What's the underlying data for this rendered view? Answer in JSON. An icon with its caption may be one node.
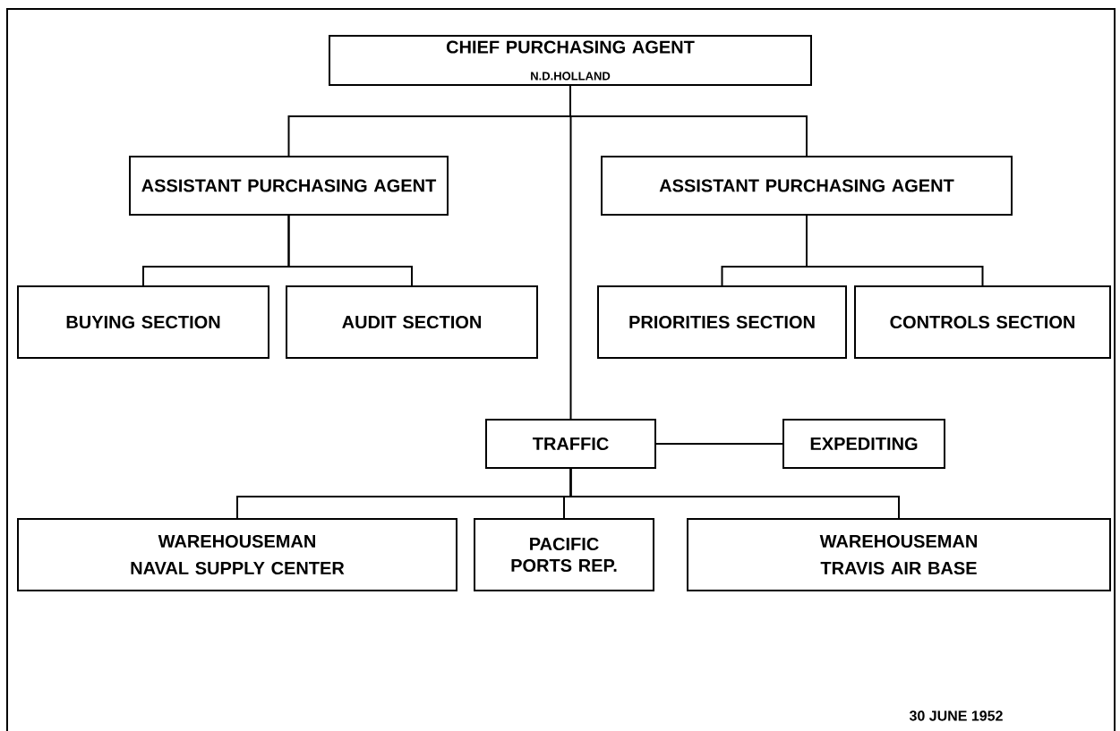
{
  "diagram": {
    "nodes": [
      {
        "text": [
          "CHIEF PURCHASING AGENT",
          "N.D.HOLLAND"
        ]
      },
      {
        "text": [
          "ASSISTANT PURCHASING AGENT"
        ]
      },
      {
        "text": [
          "ASSISTANT PURCHASING AGENT"
        ]
      },
      {
        "text": [
          "BUYING SECTION"
        ]
      },
      {
        "text": [
          "AUDIT SECTION"
        ]
      },
      {
        "text": [
          "PRIORITIES SECTION"
        ]
      },
      {
        "text": [
          "CONTROLS SECTION"
        ]
      },
      {
        "text": [
          "TRAFFIC"
        ]
      },
      {
        "text": [
          "EXPEDITING"
        ]
      },
      {
        "text": [
          "WAREHOUSEMAN",
          "NAVAL SUPPLY CENTER"
        ]
      },
      {
        "text": [
          "PACIFIC PORTS REP."
        ]
      },
      {
        "text": [
          "WAREHOUSEMAN",
          "TRAVIS AIR BASE"
        ]
      }
    ],
    "edges": [
      {
        "from": 0,
        "to": 1,
        "arrow": "none"
      },
      {
        "from": 0,
        "to": 2,
        "arrow": "none"
      },
      {
        "from": 1,
        "to": 3,
        "arrow": "none"
      },
      {
        "from": 1,
        "to": 4,
        "arrow": "none"
      },
      {
        "from": 2,
        "to": 5,
        "arrow": "none"
      },
      {
        "from": 2,
        "to": 6,
        "arrow": "none"
      },
      {
        "from": 0,
        "to": 7,
        "arrow": "none"
      },
      {
        "from": 7,
        "to": 8,
        "arrow": "none"
      },
      {
        "from": 7,
        "to": 9,
        "arrow": "none"
      },
      {
        "from": 7,
        "to": 10,
        "arrow": "none"
      },
      {
        "from": 7,
        "to": 11,
        "arrow": "none"
      }
    ],
    "labels": [
      "30 JUNE 1952"
    ]
  }
}
